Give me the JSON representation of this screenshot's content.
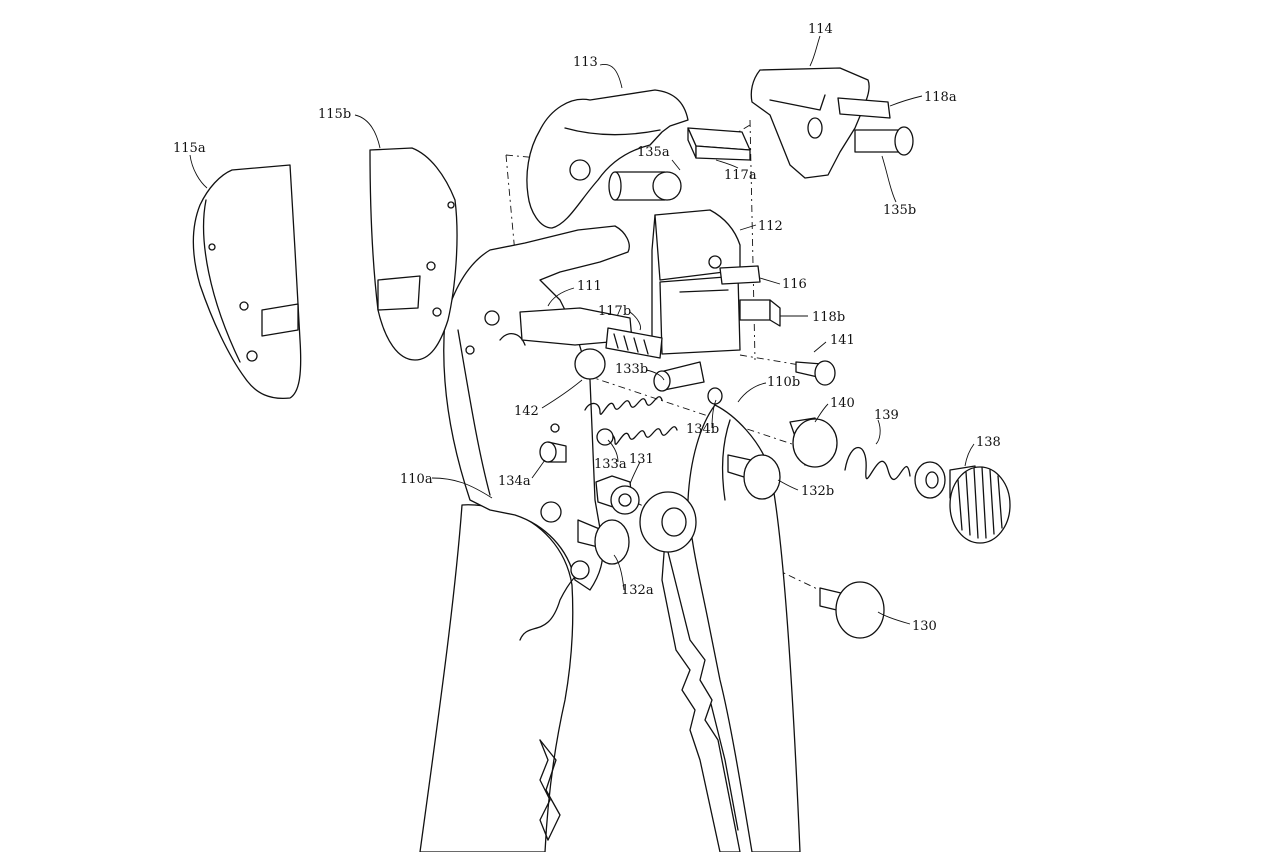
{
  "labels": {
    "l113": "113",
    "l114": "114",
    "l115a": "115a",
    "l115b": "115b",
    "l118a": "118a",
    "l135a": "135a",
    "l117a": "117a",
    "l135b": "135b",
    "l112": "112",
    "l116": "116",
    "l111": "111",
    "l117b": "117b",
    "l118b": "118b",
    "l141": "141",
    "l133b": "133b",
    "l110b": "110b",
    "l140": "140",
    "l139": "139",
    "l142": "142",
    "l134b": "134b",
    "l138": "138",
    "l133a": "133a",
    "l131": "131",
    "l134a": "134a",
    "l110a": "110a",
    "l132b": "132b",
    "l132a": "132a",
    "l130": "130"
  }
}
